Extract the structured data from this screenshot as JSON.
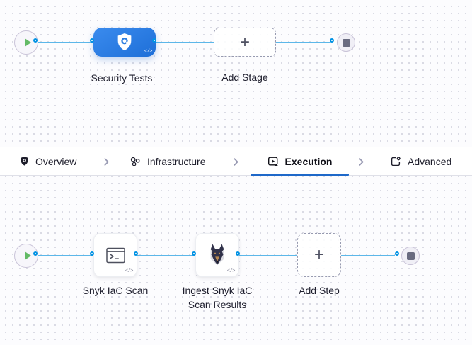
{
  "colors": {
    "stage_node_blue_start": "#3a8bee",
    "stage_node_blue_end": "#1e6fd8",
    "connector_blue": "#5cb7e9",
    "port_ring_blue": "#0092e4",
    "active_tab_underline": "#1e68c9",
    "start_play_green": "#63ba66",
    "stop_square_gray": "#696b80",
    "canvas_bg": "#fcfcfe",
    "canvas_dot": "#d7d8e2"
  },
  "stage_pipeline": {
    "stage_label": "Security Tests",
    "stage_icon": "shield-scan-icon",
    "code_badge": "</>",
    "add_stage_label": "Add Stage",
    "plus": "+"
  },
  "tab_bar": {
    "tabs": [
      {
        "label": "Overview",
        "icon": "shield-overview-icon",
        "active": false
      },
      {
        "label": "Infrastructure",
        "icon": "infrastructure-icon",
        "active": false
      },
      {
        "label": "Execution",
        "icon": "execution-play-icon",
        "active": true
      },
      {
        "label": "Advanced",
        "icon": "advanced-settings-icon",
        "active": false
      }
    ]
  },
  "step_pipeline": {
    "steps": [
      {
        "label": "Snyk IaC Scan",
        "icon": "terminal-icon",
        "code_badge": "</>"
      },
      {
        "label": "Ingest Snyk IaC Scan Results",
        "icon": "snyk-doberman-icon",
        "code_badge": "</>"
      }
    ],
    "add_step_label": "Add Step",
    "plus": "+"
  }
}
